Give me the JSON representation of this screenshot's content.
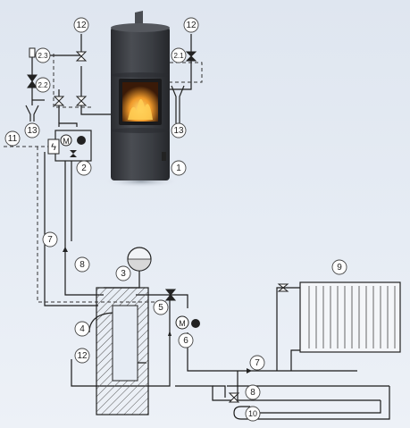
{
  "labels": {
    "stove": "1",
    "pump_group_main": "2",
    "expansion_vessel": "3",
    "buffer_inlet": "4",
    "mixing_valve": "5",
    "heating_pump": "6",
    "flow_line_upper": "7",
    "flow_line_lower": "7",
    "return_line_upper": "8",
    "return_line_lower": "8",
    "radiator": "9",
    "floor_heating": "10",
    "controller": "11",
    "cold_water_stove": "12",
    "cold_water_tank": "12",
    "cold_water_top": "12",
    "drain_left": "13",
    "drain_right": "13",
    "safety_valve_right": "2.1",
    "safety_valve_left": "2.2",
    "air_vent": "2.3"
  },
  "symbols": {
    "pump_motor": "M",
    "heating_motor": "M",
    "controller_sign": "ϟ"
  },
  "colors": {
    "pipe": "#1a1a1a",
    "dashed": "#333333",
    "stove_body": "#3a3d42",
    "fire": "#e8a030",
    "background": "#e3e9f2"
  }
}
